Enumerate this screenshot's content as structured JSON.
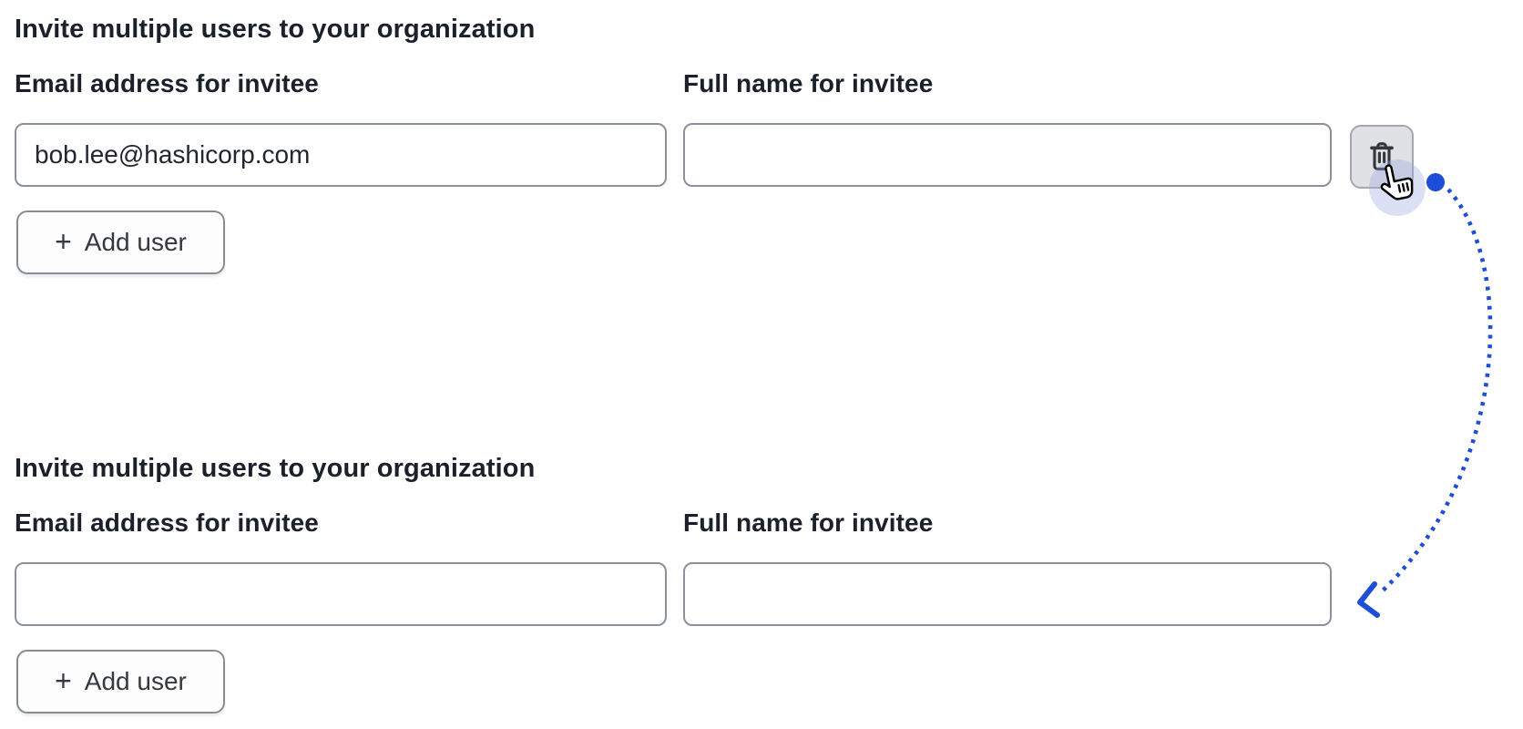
{
  "sections": [
    {
      "heading": "Invite multiple users to your organization",
      "fields": [
        {
          "label": "Email address for invitee",
          "value": "bob.lee@hashicorp.com"
        },
        {
          "label": "Full name for invitee",
          "value": ""
        }
      ],
      "add_user_button": {
        "plus": "+",
        "label": "Add user"
      },
      "delete_button": {
        "icon": "trash-icon"
      }
    },
    {
      "heading": "Invite multiple users to your organization",
      "fields": [
        {
          "label": "Email address for invitee",
          "value": ""
        },
        {
          "label": "Full name for invitee",
          "value": ""
        }
      ],
      "add_user_button": {
        "plus": "+",
        "label": "Add user"
      }
    }
  ],
  "annotation": {
    "arrow_color": "#1d4ed8",
    "halo_color": "#9aa5e2",
    "cursor": "hand-pointer"
  },
  "colors": {
    "text": "#1b202a",
    "input_border": "#8b909d",
    "button_border": "#878c94",
    "button_bg": "#fdfdfd",
    "icon_button_bg": "#e0e1e4",
    "icon": "#33373e"
  }
}
